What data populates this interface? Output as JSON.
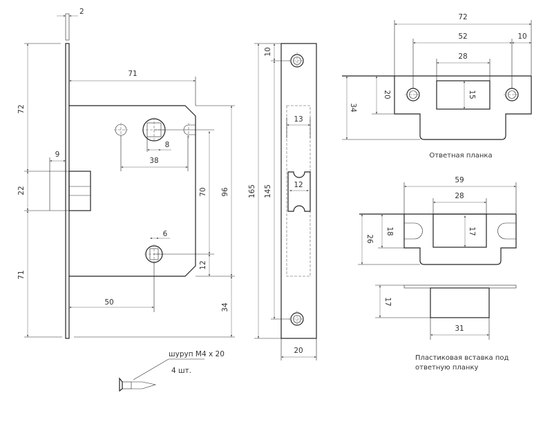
{
  "lock_body": {
    "faceplate_thickness": "2",
    "backset_width": "71",
    "top_to_latch": "72",
    "latch_height": "22",
    "latch_to_bottom": "71",
    "latch_projection": "9",
    "spindle_square": "8",
    "hole_spacing": "38",
    "handle_to_cylinder": "70",
    "body_height": "96",
    "cylinder_square": "6",
    "cylinder_to_bottom": "12",
    "bottom_offset": "34",
    "backset": "50"
  },
  "faceplate": {
    "total_length": "165",
    "hole_spacing": "145",
    "hole_offset": "10",
    "cutout_width": "13",
    "latch_width": "12",
    "width": "20"
  },
  "strike_plate": {
    "width": "72",
    "hole_spacing": "52",
    "hole_edge": "10",
    "window_width": "28",
    "window_height": "15",
    "plate_height": "20",
    "total_height": "34",
    "caption": "Ответная планка"
  },
  "strike_plate_2": {
    "width": "59",
    "window_width": "28",
    "window_height": "17",
    "plate_height": "18",
    "total_height": "26"
  },
  "plastic_insert": {
    "depth": "17",
    "width": "31",
    "caption_line1": "Пластиковая вставка под",
    "caption_line2": "ответную планку"
  },
  "screw": {
    "label": "шуруп М4 х 20",
    "quantity": "4 шт."
  }
}
